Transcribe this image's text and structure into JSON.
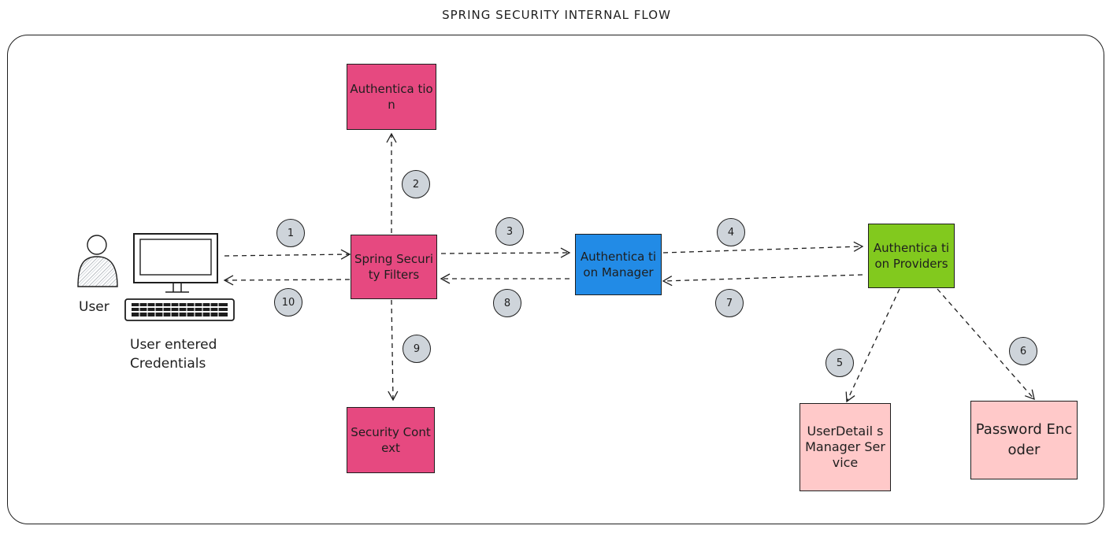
{
  "title": "SPRING SECURITY INTERNAL FLOW",
  "nodes": {
    "authentication": "Authentica tion",
    "filters": "Spring Security Filters",
    "manager": "Authentica tion Manager",
    "providers": "Authentica tion Providers",
    "security_context": "Security Context",
    "user_details": "UserDetail s Manager Service",
    "password_encoder": "Password Encoder"
  },
  "user_label": "User",
  "credentials_label": [
    "User entered",
    "Credentials"
  ],
  "steps": [
    "1",
    "2",
    "3",
    "4",
    "5",
    "6",
    "7",
    "8",
    "9",
    "10"
  ],
  "colors": {
    "filters_and_context": "#e64980",
    "manager": "#228be6",
    "providers": "#82c91e",
    "services": "#ffc9c9",
    "badge": "#ced4da"
  },
  "icons": [
    "user-icon",
    "computer-icon",
    "keyboard-icon"
  ]
}
